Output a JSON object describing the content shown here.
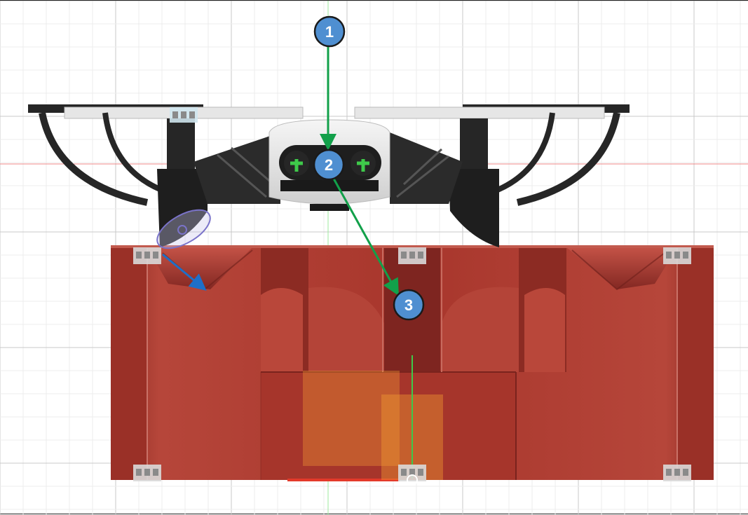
{
  "callouts": [
    {
      "label": "1"
    },
    {
      "label": "2"
    },
    {
      "label": "3"
    }
  ],
  "colors": {
    "grid_major": "#c8c8c8",
    "grid_minor": "#ececec",
    "axis_x": "#f08a8a",
    "axis_y": "#9ee89e",
    "part_red": "#a8362c",
    "part_red_dark": "#7e2520",
    "part_red_light": "#c65448",
    "drone_black": "#262626",
    "drone_white": "#eeeeee",
    "callout_fill": "#4f8fd1",
    "arrow_green": "#12a04a",
    "arrow_blue": "#1e6fc8",
    "origin_orange": "#f5a133"
  },
  "icons": [
    "model-origin-icon",
    "joint-origin-icon"
  ]
}
